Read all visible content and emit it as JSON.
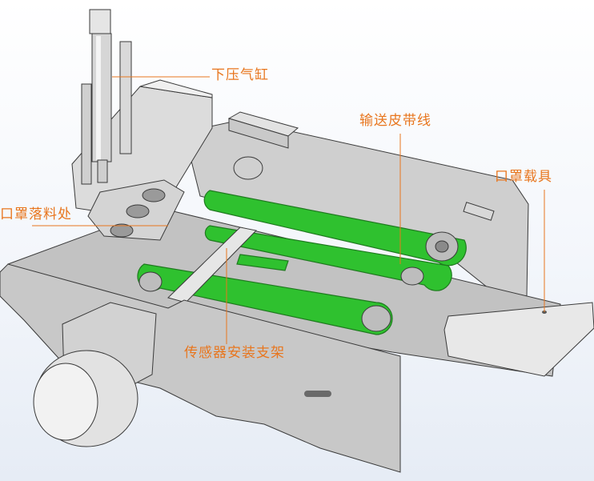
{
  "labels": {
    "press_cylinder": "下压气缸",
    "belt_line": "输送皮带线",
    "mask_drop_point": "口罩落料处",
    "mask_carrier": "口罩载具",
    "sensor_bracket": "传感器安装支架"
  },
  "colors": {
    "belt": "#2fc12f",
    "frame": "#bcbcbc",
    "frame_edge": "#3a3a3a",
    "label": "#e8761e",
    "leader": "#e8761e",
    "background_top": "#ffffff",
    "background_bottom": "#e6ecf5"
  }
}
